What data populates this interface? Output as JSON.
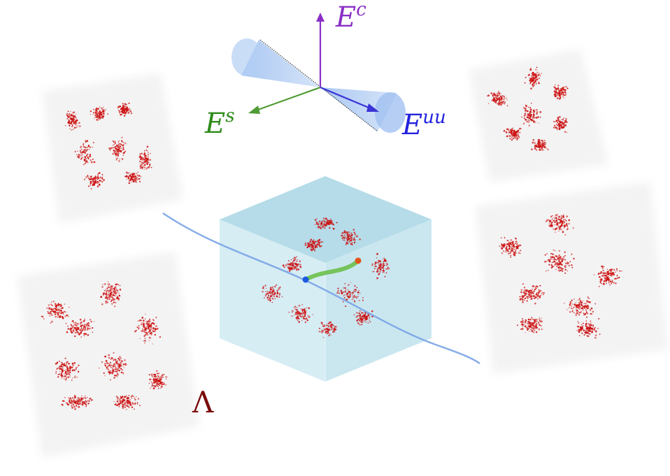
{
  "labels": {
    "center_axis": "E",
    "center_axis_sup": "c",
    "stable_axis": "E",
    "stable_axis_sup": "s",
    "unstable_axis": "E",
    "unstable_axis_sup": "uu",
    "attractor": "Λ"
  },
  "colors": {
    "center_axis": "#8a2fc6",
    "stable_axis": "#2e8b1a",
    "unstable_axis": "#2222dd",
    "attractor": "#7a0b0b",
    "cone_fill": "#a9c7f2",
    "cube_fill": "#bfe4ee",
    "cube_top": "#a8d8e6",
    "fractal_dots": "#cc1111",
    "curve": "#7aa4e6",
    "segment": "#5aa83c",
    "segment_start": "#1b5ae0",
    "segment_end": "#e0561b"
  },
  "icons": {
    "fractal_pattern": "fractal-set-icon"
  }
}
